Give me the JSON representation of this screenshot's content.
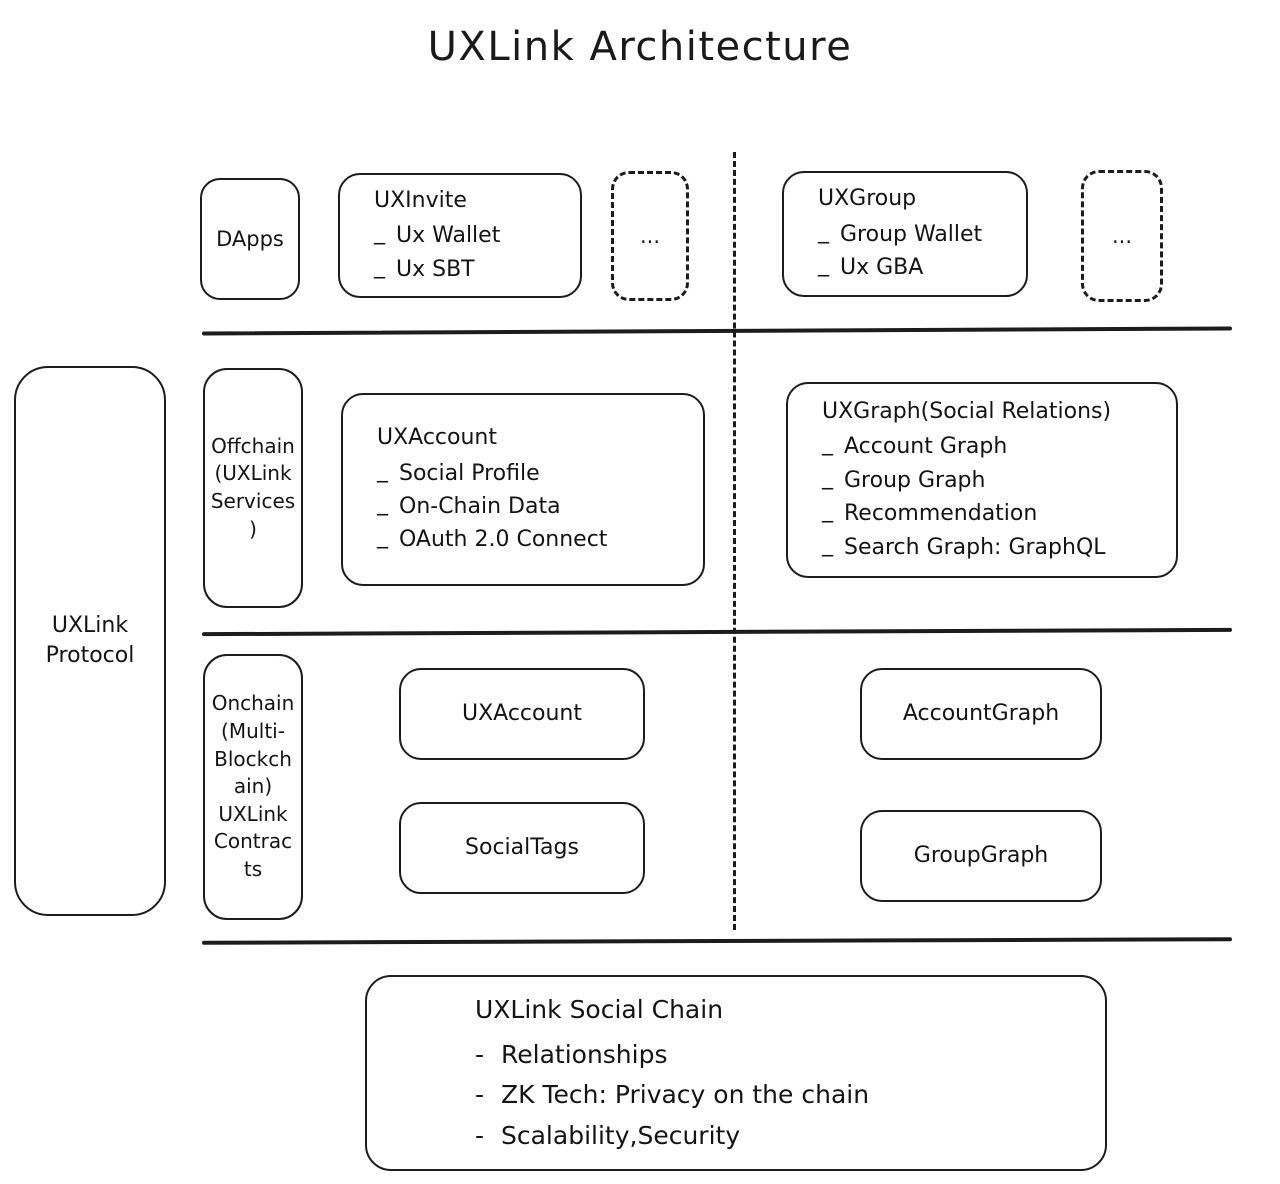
{
  "title": "UXLink Architecture",
  "protocol": {
    "line1": "UXLink",
    "line2": "Protocol"
  },
  "application_layer": {
    "dapps": {
      "label": "DApps"
    },
    "uxinvite": {
      "title": "UXInvite",
      "items": [
        "Ux Wallet",
        "Ux SBT"
      ],
      "bullet": "_"
    },
    "more_left": {
      "label": "..."
    },
    "uxgroup": {
      "title": "UXGroup",
      "items": [
        "Group Wallet",
        "Ux GBA"
      ],
      "bullet": "_"
    },
    "more_right": {
      "label": "..."
    }
  },
  "offchain_layer": {
    "side_label": {
      "line1": "Offchain",
      "line2": "(UXLink",
      "line3": "Services",
      "line4": ")"
    },
    "uxaccount": {
      "title": "UXAccount",
      "items": [
        "Social Profile",
        "On-Chain Data",
        "OAuth 2.0 Connect"
      ],
      "bullet": "_"
    },
    "uxgraph": {
      "title": "UXGraph(Social Relations)",
      "items": [
        "Account Graph",
        "Group Graph",
        "Recommendation",
        "Search Graph: GraphQL"
      ],
      "bullet": "_"
    }
  },
  "onchain_layer": {
    "side_label": {
      "line1": "Onchain",
      "line2": "(Multi-",
      "line3": "Blockch",
      "line4": "ain)",
      "line5": "UXLink",
      "line6": "Contrac",
      "line7": "ts"
    },
    "uxaccount": {
      "label": "UXAccount"
    },
    "socialtags": {
      "label": "SocialTags"
    },
    "accountgraph": {
      "label": "AccountGraph"
    },
    "groupgraph": {
      "label": "GroupGraph"
    }
  },
  "chain_layer": {
    "socialchain": {
      "title": "UXLink Social Chain",
      "items": [
        "Relationships",
        "ZK Tech: Privacy on the chain",
        "Scalability,Security"
      ],
      "bullet": "-"
    }
  },
  "colors": {
    "stroke": "#1c1c1c",
    "text": "#141414",
    "background": "#ffffff"
  }
}
